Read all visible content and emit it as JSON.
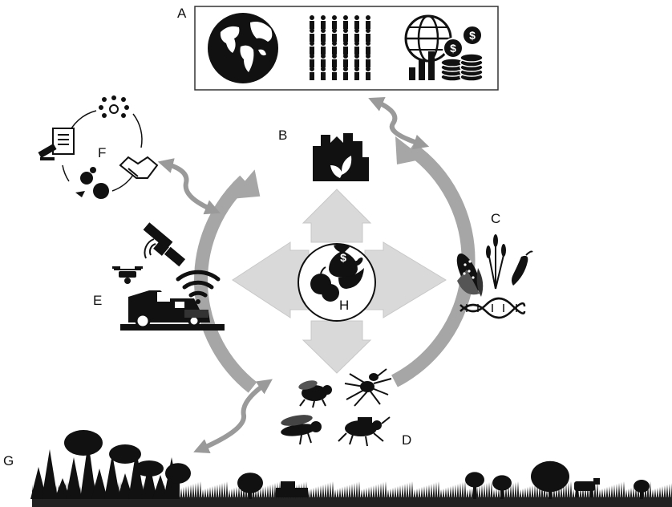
{
  "labels": {
    "a": "A",
    "b": "B",
    "c": "C",
    "d": "D",
    "e": "E",
    "f": "F",
    "g": "G",
    "h": "H"
  },
  "icons": {
    "top_box": [
      "globe-icon",
      "population-icon",
      "economy-icon"
    ],
    "b": "industry-icon",
    "c": [
      "corn-icon",
      "wheat-icon",
      "pea-pod-icon",
      "dna-icon"
    ],
    "d": [
      "fly-icon",
      "spider-icon",
      "wasp-icon",
      "beetle-icon"
    ],
    "e": [
      "satellite-icon",
      "drone-icon",
      "wifi-icon",
      "harvester-icon"
    ],
    "f": [
      "team-icon",
      "policy-document-icon",
      "handshake-icon",
      "process-gears-icon"
    ],
    "h": "food-security-icon",
    "g": "landscape-silhouette"
  },
  "colors": {
    "cycle_arrow": "#a6a6a6",
    "link_arrow": "#9a9a9a",
    "center_arrows": "#d9d9d9",
    "silhouette": "#111111"
  }
}
